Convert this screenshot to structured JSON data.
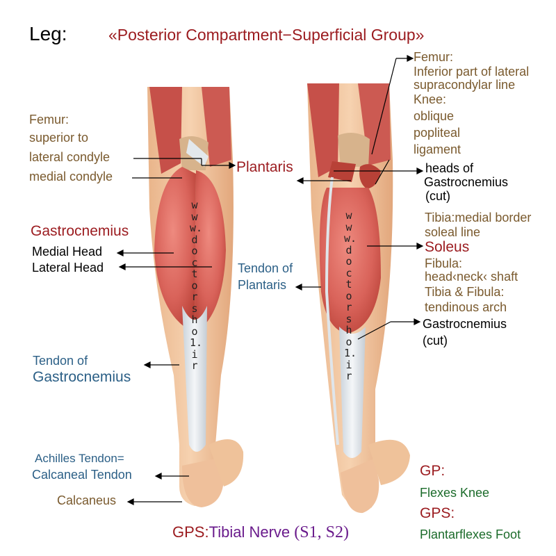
{
  "title": {
    "region": "Leg:",
    "group": "«Posterior Compartment−Superficial Group»"
  },
  "left_labels": {
    "femur_head": "Femur:",
    "femur_l2": "superior to",
    "femur_l3": "lateral condyle",
    "femur_l4": "medial condyle",
    "gastrocnemius": "Gastrocnemius",
    "medial_head": "Medial Head",
    "lateral_head": "Lateral Head",
    "tendon_gastro_l1": "Tendon of",
    "tendon_gastro_l2": "Gastrocnemius",
    "achilles_l1": "Achilles Tendon=",
    "achilles_l2": "Calcaneal Tendon",
    "calcaneus": "Calcaneus"
  },
  "center_labels": {
    "plantaris": "Plantaris",
    "tendon_plantaris_l1": "Tendon of",
    "tendon_plantaris_l2": "Plantaris"
  },
  "right_labels": {
    "femur_head": "Femur:",
    "femur_l2": "Inferior part of lateral",
    "femur_l3": "supracondylar line",
    "knee_head": "Knee:",
    "knee_l2": "oblique",
    "knee_l3": "popliteal",
    "knee_l4": "ligament",
    "heads_l1": "heads of",
    "heads_l2": "Gastrocnemius",
    "heads_l3": "(cut)",
    "tibia_l1": "Tibia:medial border",
    "tibia_l2": "soleal line",
    "soleus": "Soleus",
    "fibula_l1": "Fibula:",
    "fibula_l2": "head‹neck‹ shaft",
    "tibfib_l1": "Tibia & Fibula:",
    "tibfib_l2": "tendinous arch",
    "gastro_cut_l1": "Gastrocnemius",
    "gastro_cut_l2": "(cut)"
  },
  "footer": {
    "gps_prefix": "GPS:",
    "gps_nerve": "Tibial Nerve",
    "gps_roots": "(S1, S2)",
    "gp_head": "GP:",
    "gp_action": "Flexes Knee",
    "gps_head": "GPS:",
    "gps_action": "Plantarflexes Foot"
  },
  "watermark": "www.doctorsho1.ir",
  "colors": {
    "muscle": "#d9635a",
    "muscle_dark": "#b84137",
    "tendon": "#e8ecef",
    "skin": "#efc29a",
    "brown_label": "#7a5a2e",
    "red_label": "#9b1b1f",
    "blue_label": "#2b5f86",
    "green_label": "#1b6b2a",
    "purple_label": "#6a1b8c"
  }
}
